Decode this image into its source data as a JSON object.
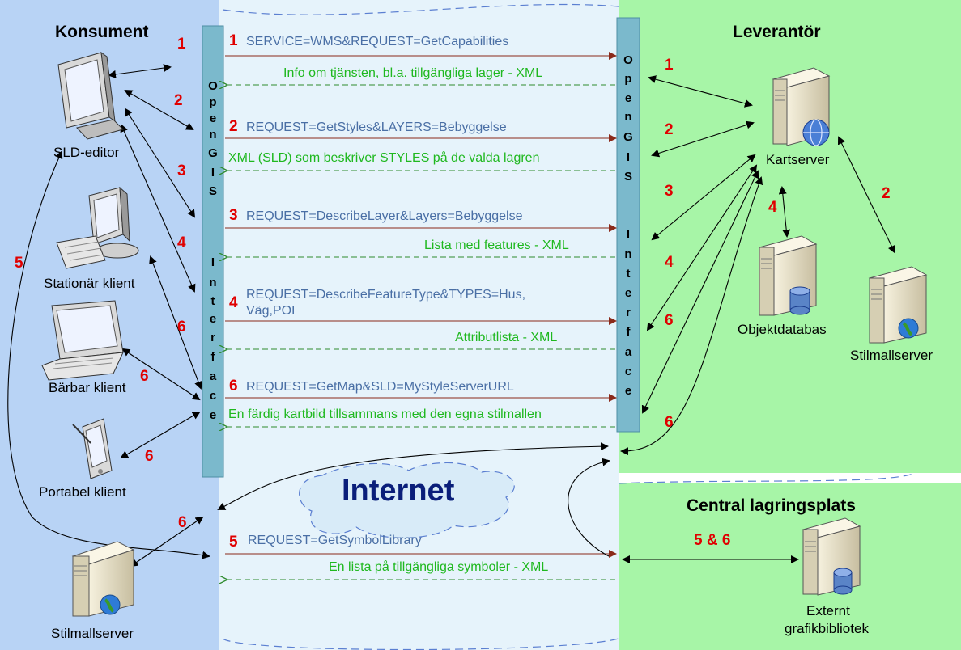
{
  "regions": {
    "consumer_title": "Konsument",
    "supplier_title": "Leverantör",
    "central_title": "Central lagringsplats",
    "internet_label": "Internet"
  },
  "interface_bars": {
    "left_top": [
      "O",
      "p",
      "e",
      "n",
      "G",
      "I",
      "S"
    ],
    "left_bottom": [
      "I",
      "n",
      "t",
      "e",
      "r",
      "f",
      "a",
      "c",
      "e"
    ],
    "right_top": [
      "O",
      "p",
      "e",
      "n",
      "G",
      "I",
      "S"
    ],
    "right_bottom": [
      "I",
      "n",
      "t",
      "e",
      "r",
      "f",
      "a",
      "c",
      "e"
    ]
  },
  "consumer_devices": {
    "sld_editor": "SLD-editor",
    "stationary_client": "Stationär klient",
    "laptop_client": "Bärbar klient",
    "portable_client": "Portabel klient",
    "style_server": "Stilmallserver"
  },
  "supplier_nodes": {
    "map_server": "Kartserver",
    "object_db": "Objektdatabas",
    "style_server": "Stilmallserver"
  },
  "central_nodes": {
    "external_library_line1": "Externt",
    "external_library_line2": "grafikbibliotek",
    "link_label": "5 & 6"
  },
  "messages": [
    {
      "num": "1",
      "request": "SERVICE=WMS&REQUEST=GetCapabilities",
      "response": "Info om tjänsten, bl.a. tillgängliga lager - XML"
    },
    {
      "num": "2",
      "request": "REQUEST=GetStyles&LAYERS=Bebyggelse",
      "response": "XML (SLD) som beskriver STYLES på de valda lagren"
    },
    {
      "num": "3",
      "request": "REQUEST=DescribeLayer&Layers=Bebyggelse",
      "response": "Lista med features - XML"
    },
    {
      "num": "4",
      "request_line1": "REQUEST=DescribeFeatureType&TYPES=Hus,",
      "request_line2": "Väg,POI",
      "response": "Attributlista - XML"
    },
    {
      "num": "6",
      "request": "REQUEST=GetMap&SLD=MyStyleServerURL",
      "response": "En färdig kartbild tillsammans med den egna stilmallen"
    },
    {
      "num": "5",
      "request": "REQUEST=GetSymbolLibrary",
      "response": "En lista på tillgängliga symboler - XML"
    }
  ],
  "consumer_numbers": [
    "1",
    "2",
    "3",
    "4",
    "5",
    "6",
    "6",
    "6",
    "6"
  ],
  "supplier_numbers": [
    "1",
    "2",
    "3",
    "4",
    "6",
    "6",
    "4",
    "2"
  ]
}
